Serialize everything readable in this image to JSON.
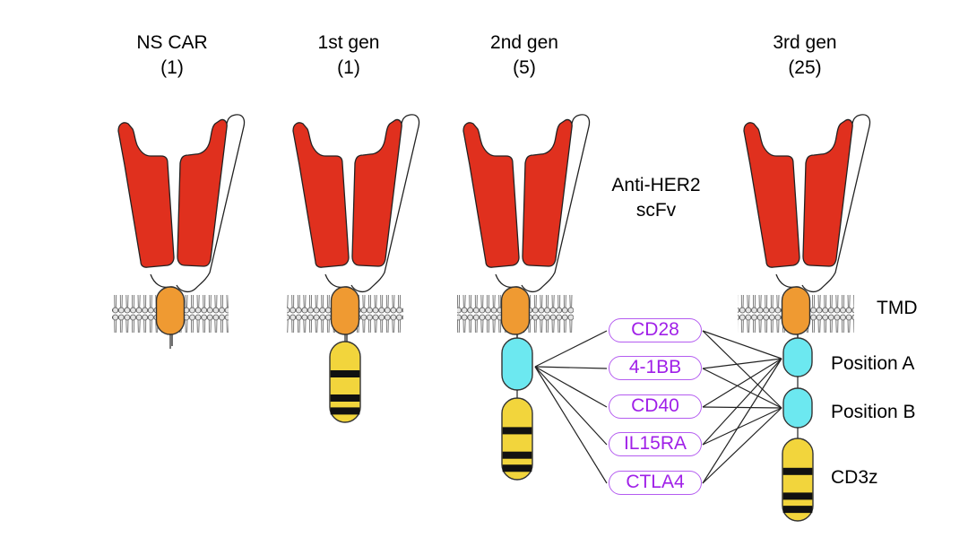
{
  "constructs": [
    {
      "name": "NS CAR",
      "count": "(1)"
    },
    {
      "name": "1st gen",
      "count": "(1)"
    },
    {
      "name": "2nd gen",
      "count": "(5)"
    },
    {
      "name": "3rd gen",
      "count": "(25)"
    }
  ],
  "labels": {
    "scfv_line1": "Anti-HER2",
    "scfv_line2": "scFv",
    "tmd": "TMD",
    "position_a": "Position A",
    "position_b": "Position B",
    "cd3z": "CD3z"
  },
  "costim_domains": [
    "CD28",
    "4-1BB",
    "CD40",
    "IL15RA",
    "CTLA4"
  ],
  "colors": {
    "scfv": "#e0301e",
    "tmd": "#ef9a32",
    "costim": "#6ce8f0",
    "cd3z": "#f2d53c",
    "pill_text": "#a020e8",
    "pill_border": "#b45cf0"
  }
}
